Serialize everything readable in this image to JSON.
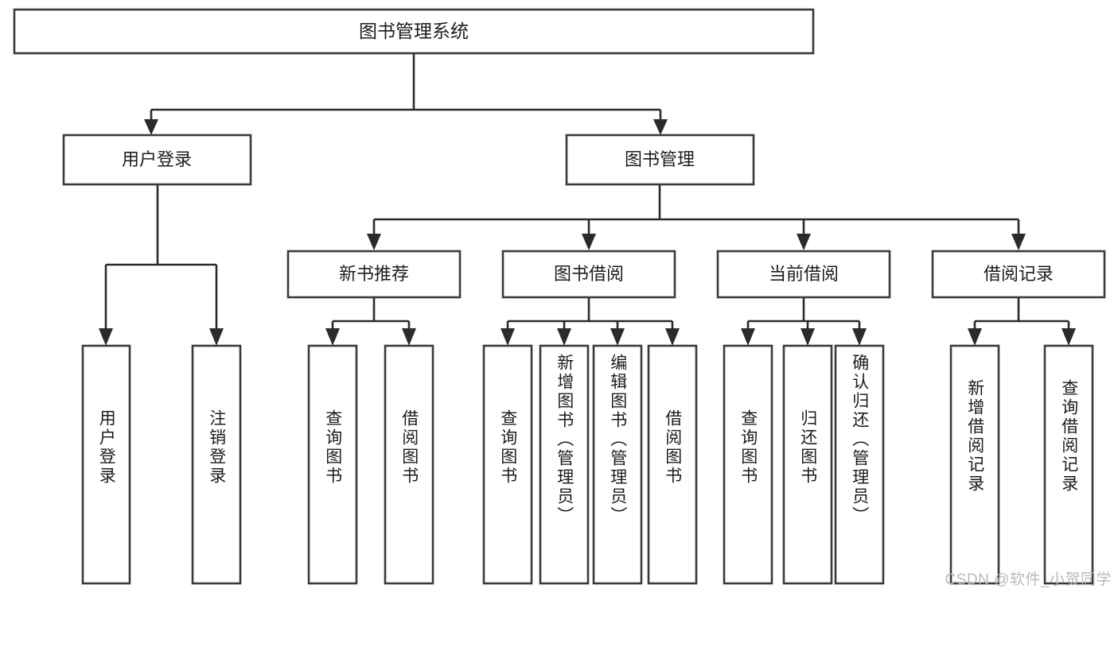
{
  "diagram": {
    "type": "tree-hierarchy",
    "title": "图书管理系统",
    "watermark": "CSDN @软件_小贺同学",
    "colors": {
      "box_stroke": "#3a3a3a",
      "connector": "#2b2b2b",
      "text": "#1c1c1c",
      "background": "#ffffff",
      "watermark": "#b9b9b9"
    },
    "levels": {
      "root": {
        "label": "图书管理系统"
      },
      "level2": [
        {
          "label": "用户登录"
        },
        {
          "label": "图书管理"
        }
      ],
      "level3": [
        {
          "label": "新书推荐"
        },
        {
          "label": "图书借阅"
        },
        {
          "label": "当前借阅"
        },
        {
          "label": "借阅记录"
        }
      ],
      "leaves": [
        {
          "label": "用户登录",
          "parent": "用户登录"
        },
        {
          "label": "注销登录",
          "parent": "用户登录"
        },
        {
          "label": "查询图书",
          "parent": "新书推荐"
        },
        {
          "label": "借阅图书",
          "parent": "新书推荐"
        },
        {
          "label": "查询图书",
          "parent": "图书借阅"
        },
        {
          "label": "新增图书（管理员）",
          "parent": "图书借阅"
        },
        {
          "label": "编辑图书（管理员）",
          "parent": "图书借阅"
        },
        {
          "label": "借阅图书",
          "parent": "图书借阅"
        },
        {
          "label": "查询图书",
          "parent": "当前借阅"
        },
        {
          "label": "归还图书",
          "parent": "当前借阅"
        },
        {
          "label": "确认归还（管理员）",
          "parent": "当前借阅"
        },
        {
          "label": "新增借阅记录",
          "parent": "借阅记录"
        },
        {
          "label": "查询借阅记录",
          "parent": "借阅记录"
        }
      ]
    }
  }
}
